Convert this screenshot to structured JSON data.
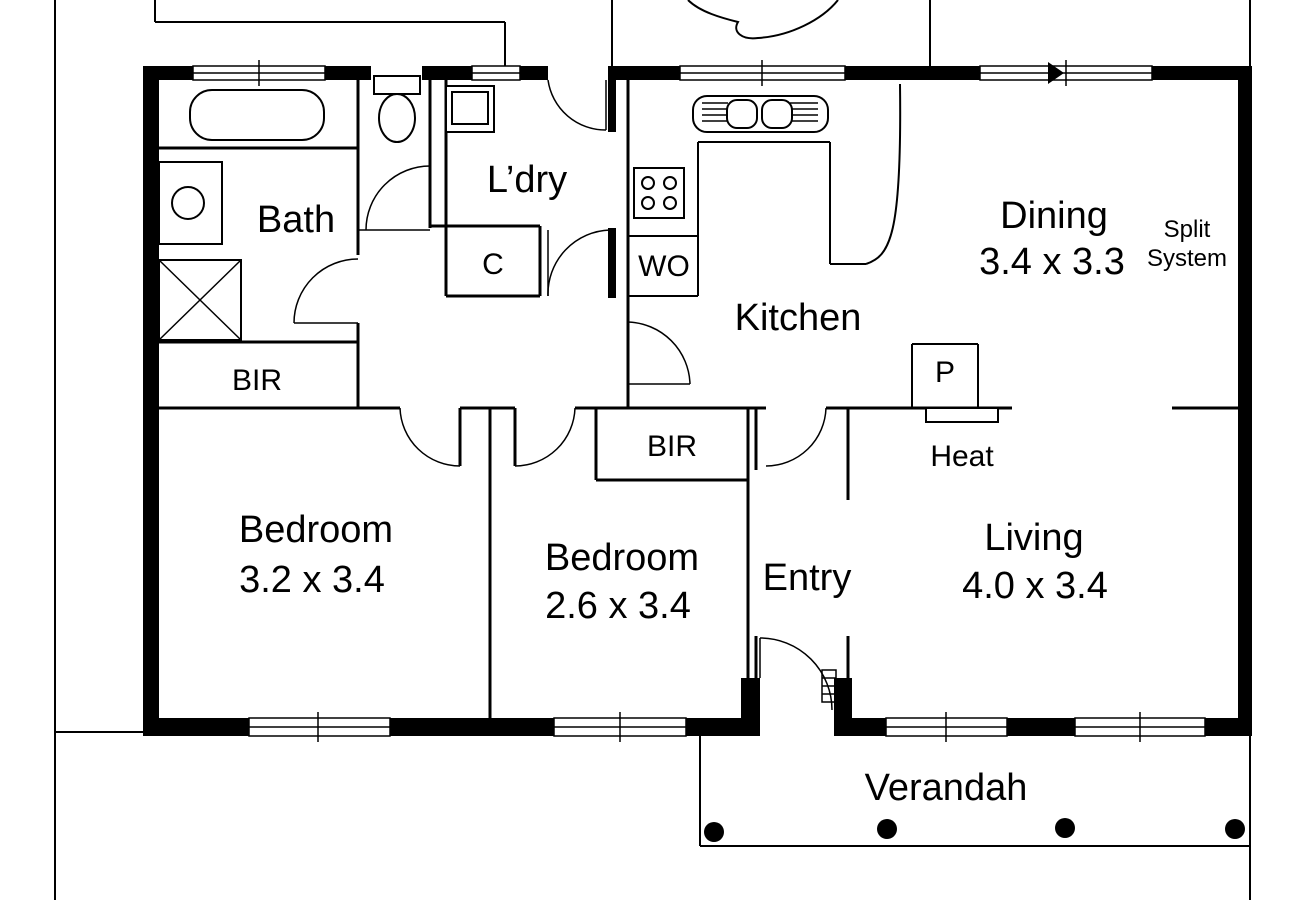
{
  "rooms": {
    "bath": {
      "name": "Bath"
    },
    "laundry": {
      "name": "L’dry"
    },
    "cupboard": {
      "name": "C"
    },
    "wo": {
      "name": "WO"
    },
    "dining": {
      "name": "Dining",
      "size": "3.4 x 3.3"
    },
    "split_system": {
      "line1": "Split",
      "line2": "System"
    },
    "kitchen": {
      "name": "Kitchen"
    },
    "bir_bath": {
      "name": "BIR"
    },
    "bir_bed2": {
      "name": "BIR"
    },
    "pantry": {
      "name": "P"
    },
    "heat": {
      "name": "Heat"
    },
    "bedroom1": {
      "name": "Bedroom",
      "size": "3.2 x 3.4"
    },
    "bedroom2": {
      "name": "Bedroom",
      "size": "2.6 x 3.4"
    },
    "entry": {
      "name": "Entry"
    },
    "living": {
      "name": "Living",
      "size": "4.0 x 3.4"
    },
    "verandah": {
      "name": "Verandah"
    }
  }
}
